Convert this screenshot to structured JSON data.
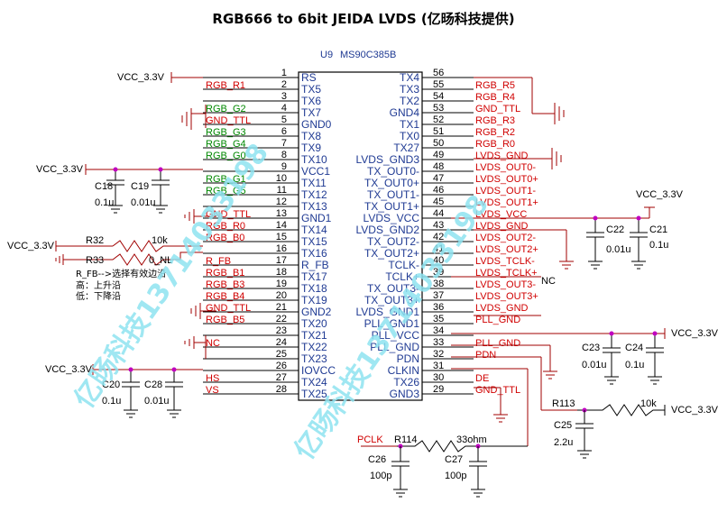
{
  "title": "RGB666 to 6bit JEIDA LVDS (亿旸科技提供)",
  "chip": {
    "ref": "U9",
    "part": "MS90C385B",
    "left_pins": [
      {
        "num": "1",
        "name": "RS",
        "net": "VCC_3.3V"
      },
      {
        "num": "2",
        "name": "TX5",
        "net": "RGB_R1"
      },
      {
        "num": "3",
        "name": "TX6",
        "net": ""
      },
      {
        "num": "4",
        "name": "TX7",
        "net": "RGB_G2"
      },
      {
        "num": "5",
        "name": "GND0",
        "net": "GND_TTL"
      },
      {
        "num": "6",
        "name": "TX8",
        "net": "RGB_G3"
      },
      {
        "num": "7",
        "name": "TX9",
        "net": "RGB_G4"
      },
      {
        "num": "8",
        "name": "TX10",
        "net": "RGB_G0"
      },
      {
        "num": "9",
        "name": "VCC1",
        "net": "VCC_3.3V"
      },
      {
        "num": "10",
        "name": "TX11",
        "net": "RGB_G1"
      },
      {
        "num": "11",
        "name": "TX12",
        "net": "RGB_G5"
      },
      {
        "num": "12",
        "name": "TX13",
        "net": ""
      },
      {
        "num": "13",
        "name": "GND1",
        "net": "GND_TTL"
      },
      {
        "num": "14",
        "name": "TX14",
        "net": "RGB_R0"
      },
      {
        "num": "15",
        "name": "TX15",
        "net": "RGB_B0"
      },
      {
        "num": "16",
        "name": "TX16",
        "net": ""
      },
      {
        "num": "17",
        "name": "R_FB",
        "net": "R_FB"
      },
      {
        "num": "18",
        "name": "TX17",
        "net": "RGB_B1"
      },
      {
        "num": "19",
        "name": "TX18",
        "net": "RGB_B3"
      },
      {
        "num": "20",
        "name": "TX19",
        "net": "RGB_B4"
      },
      {
        "num": "21",
        "name": "GND2",
        "net": "GND_TTL"
      },
      {
        "num": "22",
        "name": "TX20",
        "net": "RGB_B5"
      },
      {
        "num": "23",
        "name": "TX21",
        "net": ""
      },
      {
        "num": "24",
        "name": "TX22",
        "net": "NC"
      },
      {
        "num": "25",
        "name": "TX23",
        "net": ""
      },
      {
        "num": "26",
        "name": "IOVCC",
        "net": "VCC_3.3V"
      },
      {
        "num": "27",
        "name": "TX24",
        "net": "HS"
      },
      {
        "num": "28",
        "name": "TX25",
        "net": "VS"
      }
    ],
    "right_pins": [
      {
        "num": "56",
        "name": "TX4",
        "net": ""
      },
      {
        "num": "55",
        "name": "TX3",
        "net": "RGB_R5"
      },
      {
        "num": "54",
        "name": "TX2",
        "net": "RGB_R4"
      },
      {
        "num": "53",
        "name": "GND4",
        "net": "GND_TTL"
      },
      {
        "num": "52",
        "name": "TX1",
        "net": "RGB_R3"
      },
      {
        "num": "51",
        "name": "TX0",
        "net": "RGB_R2"
      },
      {
        "num": "50",
        "name": "TX27",
        "net": "RGB_R0"
      },
      {
        "num": "49",
        "name": "LVDS_GND3",
        "net": "LVDS_GND"
      },
      {
        "num": "48",
        "name": "TX_OUT0-",
        "net": "LVDS_OUT0-"
      },
      {
        "num": "47",
        "name": "TX_OUT0+",
        "net": "LVDS_OUT0+"
      },
      {
        "num": "46",
        "name": "TX_OUT1-",
        "net": "LVDS_OUT1-"
      },
      {
        "num": "45",
        "name": "TX_OUT1+",
        "net": "LVDS_OUT1+"
      },
      {
        "num": "44",
        "name": "LVDS_VCC",
        "net": "LVDS_VCC"
      },
      {
        "num": "43",
        "name": "LVDS_GND2",
        "net": "LVDS_GND"
      },
      {
        "num": "42",
        "name": "TX_OUT2-",
        "net": "LVDS_OUT2-"
      },
      {
        "num": "41",
        "name": "TX_OUT2+",
        "net": "LVDS_OUT2+"
      },
      {
        "num": "40",
        "name": "TCLK-",
        "net": "LVDS_TCLK-"
      },
      {
        "num": "39",
        "name": "TCLK+",
        "net": "LVDS_TCLK+"
      },
      {
        "num": "38",
        "name": "TX_OUT3-",
        "net": "LVDS_OUT3-"
      },
      {
        "num": "37",
        "name": "TX_OUT3+",
        "net": "LVDS_OUT3+"
      },
      {
        "num": "36",
        "name": "LVDS_GND1",
        "net": "LVDS_GND"
      },
      {
        "num": "35",
        "name": "PLL_GND1",
        "net": "PLL_GND"
      },
      {
        "num": "34",
        "name": "PLL_VCC",
        "net": ""
      },
      {
        "num": "33",
        "name": "PLL_GND",
        "net": "PLL_GND"
      },
      {
        "num": "32",
        "name": "PDN",
        "net": "PDN"
      },
      {
        "num": "31",
        "name": "CLKIN",
        "net": ""
      },
      {
        "num": "30",
        "name": "TX26",
        "net": "DE"
      },
      {
        "num": "29",
        "name": "GND3",
        "net": "GND_TTL"
      }
    ]
  },
  "labels": {
    "vcc_1": "VCC_3.3V",
    "vcc_2": "VCC_3.3V",
    "vcc_3": "VCC_3.3V",
    "vcc_4": "VCC_3.3V",
    "vcc_5": "VCC_3.3V",
    "vcc_6": "VCC_3.3V",
    "vcc_7": "VCC_3.3V",
    "nc_right": "NC",
    "pclk": "PCLK",
    "note_line1": "R_FB-->选择有效边沿",
    "note_line2": "高：上升沿",
    "note_line3": "低：下降沿"
  },
  "components": {
    "C18": {
      "ref": "C18",
      "value": "0.1u"
    },
    "C19": {
      "ref": "C19",
      "value": "0.01u"
    },
    "C20": {
      "ref": "C20",
      "value": "0.1u"
    },
    "C28": {
      "ref": "C28",
      "value": "0.01u"
    },
    "C22": {
      "ref": "C22",
      "value": "0.01u"
    },
    "C21": {
      "ref": "C21",
      "value": "0.1u"
    },
    "C23": {
      "ref": "C23",
      "value": "0.01u"
    },
    "C24": {
      "ref": "C24",
      "value": "0.1u"
    },
    "C25": {
      "ref": "C25",
      "value": "2.2u"
    },
    "C26": {
      "ref": "C26",
      "value": "100p"
    },
    "C27": {
      "ref": "C27",
      "value": "100p"
    },
    "R32": {
      "ref": "R32",
      "value": "10k"
    },
    "R33": {
      "ref": "R33",
      "value": "0_NL"
    },
    "R113": {
      "ref": "R113",
      "value": "10k"
    },
    "R114": {
      "ref": "R114",
      "value": "33ohm"
    }
  },
  "watermark": {
    "text1": "亿旸科技13714033198",
    "text2": "亿旸科技13714033198"
  }
}
